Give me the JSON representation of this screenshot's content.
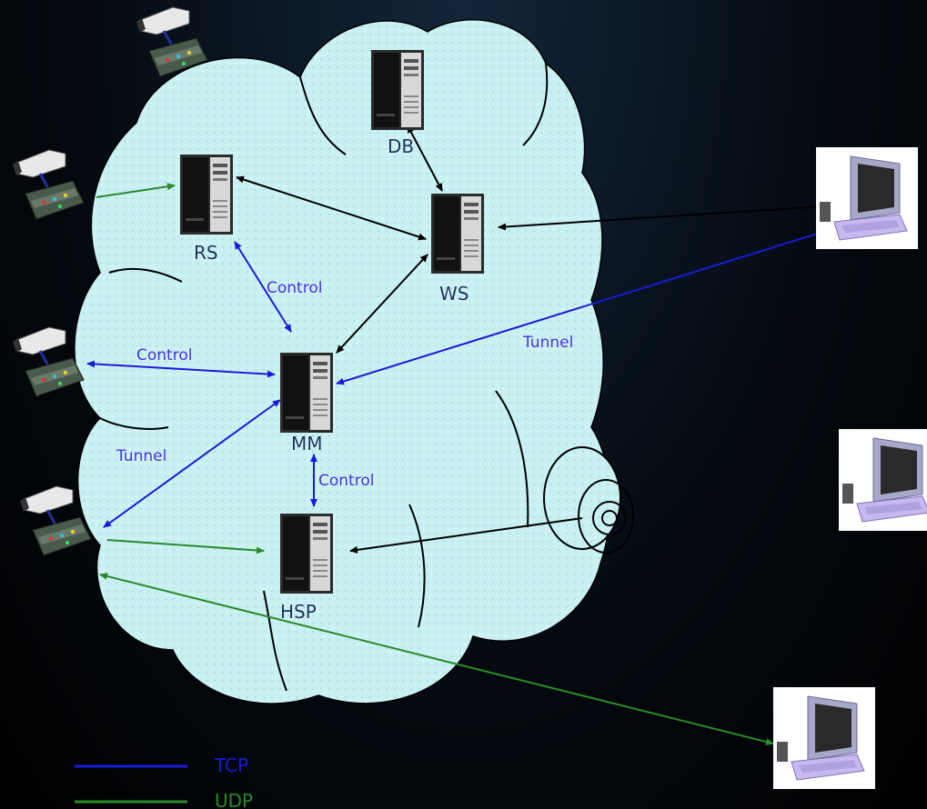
{
  "nodes": {
    "db": "DB",
    "rs": "RS",
    "ws": "WS",
    "mm": "MM",
    "hsp": "HSP"
  },
  "edges": {
    "control_rs_mm": "Control",
    "control_cam3_mm": "Control",
    "control_mm_hsp": "Control",
    "tunnel_ws_client": "Tunnel",
    "tunnel_cam4_mm": "Tunnel"
  },
  "legend": {
    "tcp": {
      "label": "TCP",
      "color": "#1a1ad8"
    },
    "udp": {
      "label": "UDP",
      "color": "#2a8a2a"
    }
  },
  "colors": {
    "background": "#000000",
    "cloud_fill": "#c9f0f2",
    "control_tcp": "#1a1ad8",
    "udp": "#2a8a2a",
    "http": "#000000"
  }
}
